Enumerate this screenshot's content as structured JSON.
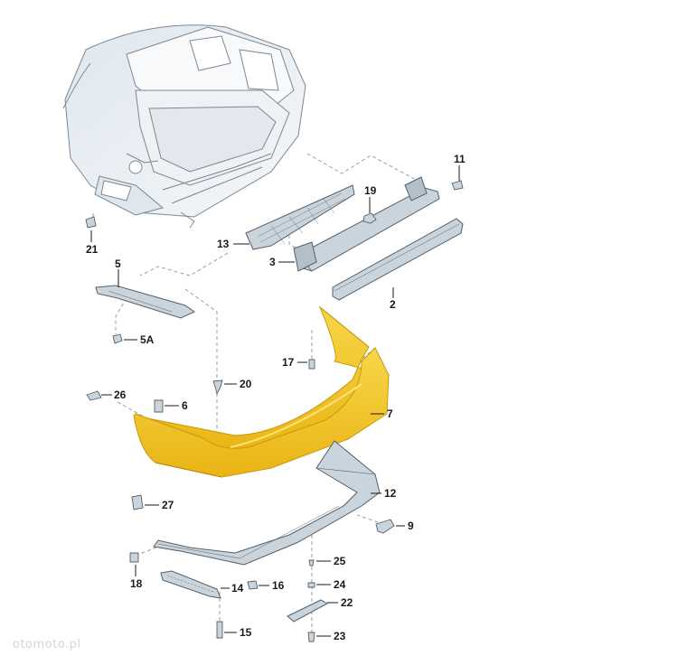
{
  "labels": {
    "l11": "11",
    "l19": "19",
    "l13": "13",
    "l3": "3",
    "l2": "2",
    "l21": "21",
    "l5": "5",
    "l5a": "5A",
    "l17": "17",
    "l20": "20",
    "l26": "26",
    "l6": "6",
    "l7": "7",
    "l12": "12",
    "l27": "27",
    "l9": "9",
    "l25": "25",
    "l18": "18",
    "l24": "24",
    "l14": "14",
    "l16": "16",
    "l22": "22",
    "l15": "15",
    "l23": "23"
  },
  "watermark": "otomoto.pl",
  "colors": {
    "bumper_fill": "#f2c21a",
    "bumper_edge": "#c99a0a",
    "part_fill": "#c9d4dc",
    "part_edge": "#55606a",
    "car_fill": "#e9eef2",
    "car_edge": "#7d8790"
  }
}
